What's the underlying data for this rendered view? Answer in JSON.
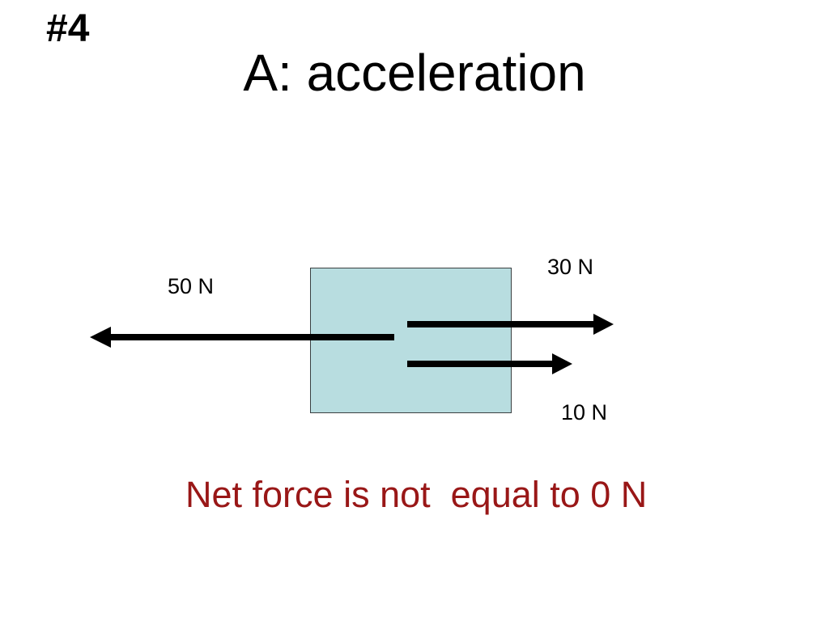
{
  "slide": {
    "number_label": "#4",
    "title": "A: acceleration",
    "conclusion": "Net force is not  equal to 0 N",
    "conclusion_color": "#991717",
    "background_color": "#ffffff"
  },
  "diagram": {
    "block": {
      "fill_color": "#b8dde0",
      "border_color": "#3a3f41"
    },
    "arrow_color": "#000000",
    "forces": [
      {
        "label": "50 N",
        "magnitude_n": 50,
        "direction": "left"
      },
      {
        "label": "30 N",
        "magnitude_n": 30,
        "direction": "right"
      },
      {
        "label": "10 N",
        "magnitude_n": 10,
        "direction": "right"
      }
    ]
  }
}
